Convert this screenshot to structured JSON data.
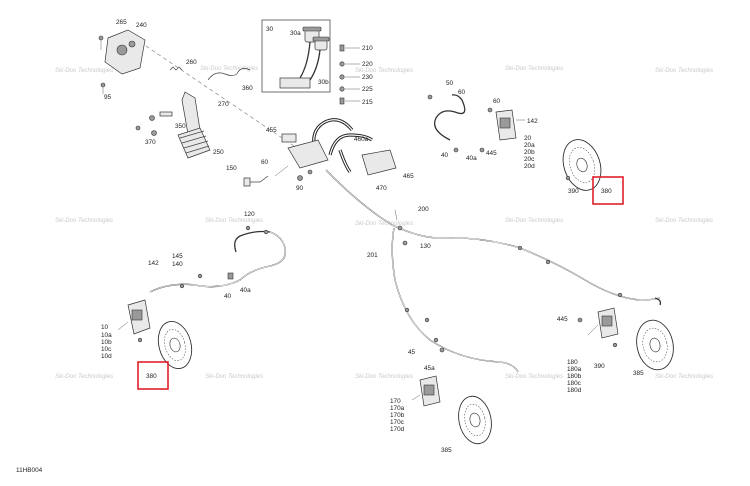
{
  "diagram_code": "11HB004",
  "watermark": "Ski-Doo Technologies",
  "highlight_color": "#e0202a",
  "labels": {
    "p265": "265",
    "p240": "240",
    "p260": "260",
    "p95": "95",
    "p360": "360",
    "p270": "270",
    "p350": "350",
    "p370": "370",
    "p250": "250",
    "p30": "30",
    "p30a": "30a",
    "p30b": "30b",
    "p210": "210",
    "p220": "220",
    "p230": "230",
    "p225": "225",
    "p215": "215",
    "p455": "455",
    "p460a": "460a",
    "p150": "150",
    "p60": "60",
    "p90": "90",
    "p465": "465",
    "p470": "470",
    "p50": "50",
    "p60b": "60",
    "p60c": "60",
    "p142": "142",
    "p40": "40",
    "p40a": "40a",
    "p445": "445",
    "p20": "20",
    "p20a": "20a",
    "p20b": "20b",
    "p20c": "20c",
    "p20d": "20d",
    "p390": "390",
    "p380a": "380",
    "p120": "120",
    "p200": "200",
    "p130": "130",
    "p201": "201",
    "p145": "145",
    "p140": "140",
    "p142b": "142",
    "p40b": "40",
    "p40ab": "40a",
    "p10": "10",
    "p10a": "10a",
    "p10b": "10b",
    "p10c": "10c",
    "p10d": "10d",
    "p380b": "380",
    "p45": "45",
    "p45a": "45a",
    "p170": "170",
    "p170a": "170a",
    "p170b": "170b",
    "p170c": "170c",
    "p170d": "170d",
    "p385": "385",
    "p445b": "445",
    "p180": "180",
    "p180a": "180a",
    "p180b": "180b",
    "p180c": "180c",
    "p180d": "180d",
    "p390b": "390",
    "p385b": "385"
  }
}
